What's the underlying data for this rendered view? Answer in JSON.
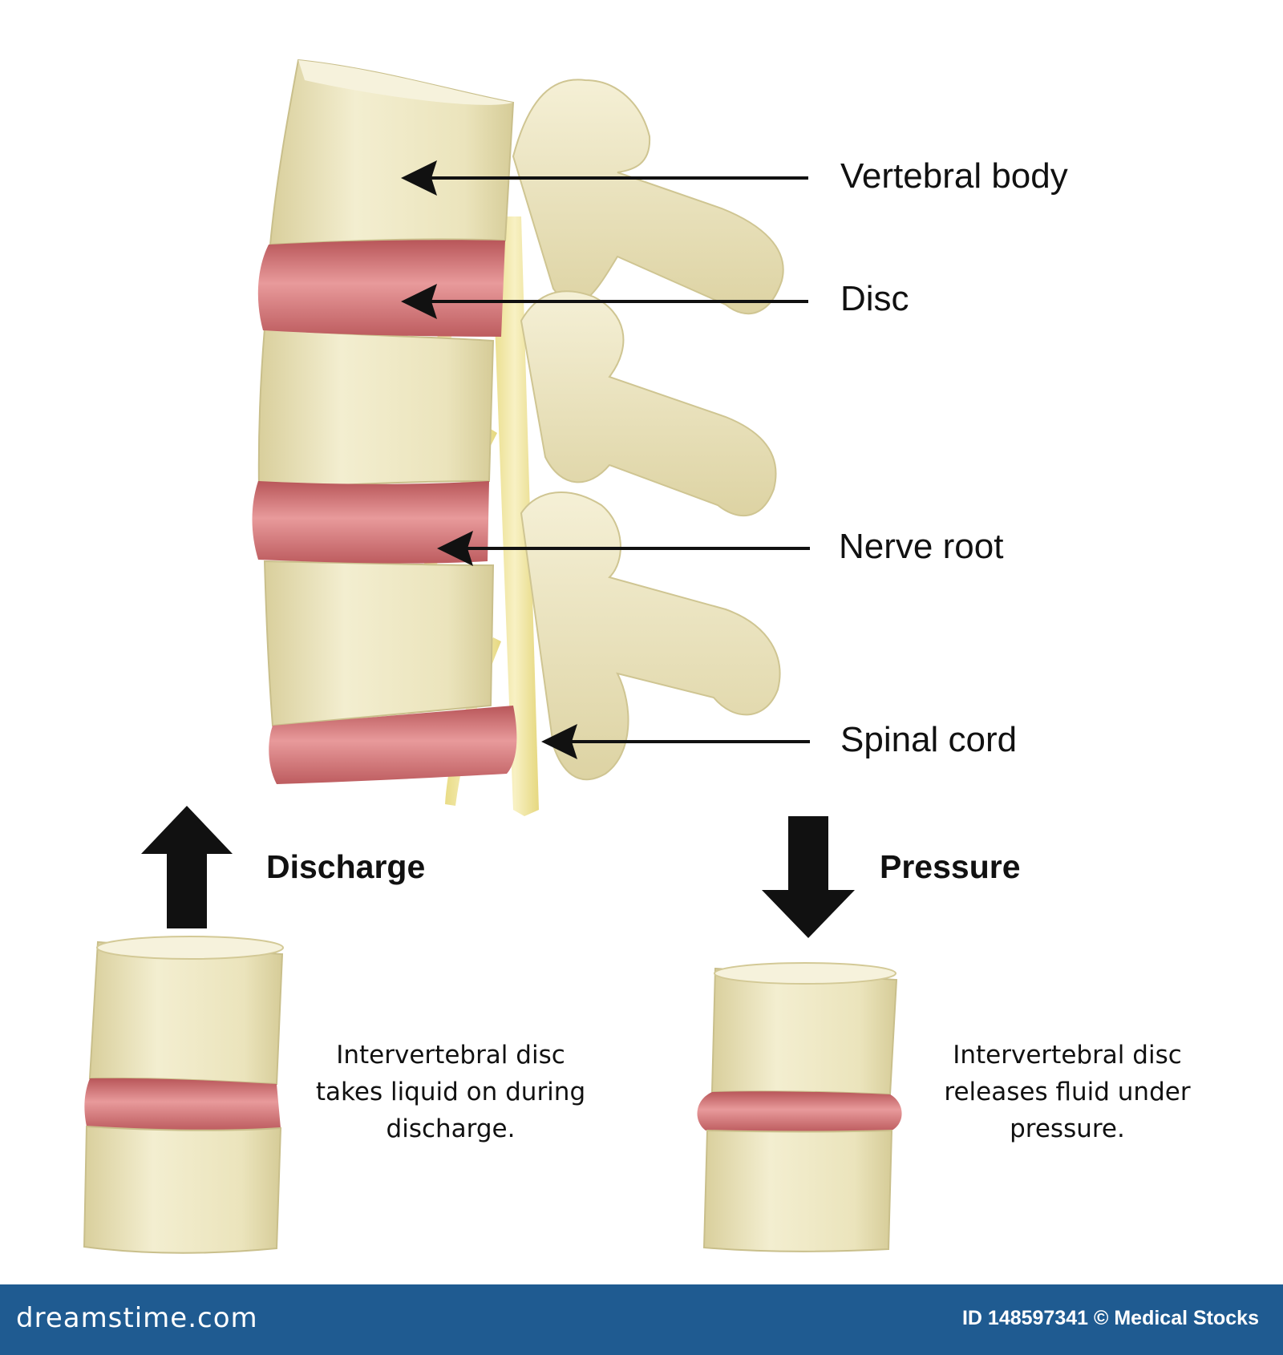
{
  "labels": {
    "vertebral_body": "Vertebral body",
    "disc": "Disc",
    "nerve_root": "Nerve root",
    "spinal_cord": "Spinal cord",
    "discharge": "Discharge",
    "pressure": "Pressure"
  },
  "descriptions": {
    "discharge": [
      "Intervertebral disc",
      "takes liquid on during",
      "discharge."
    ],
    "pressure": [
      "Intervertebral disc",
      "releases fluid under",
      "pressure."
    ]
  },
  "footer": {
    "brand": "dreamstime.com",
    "credit": "ID 148597341 © Medical Stocks"
  },
  "colors": {
    "bone": "#eee8c2",
    "bone_shade": "#d8cf9f",
    "disc": "#cf6a6e",
    "disc_light": "#e7999b",
    "nerve": "#f3e9a6",
    "arrow": "#111111",
    "footer": "#1f5b91"
  }
}
